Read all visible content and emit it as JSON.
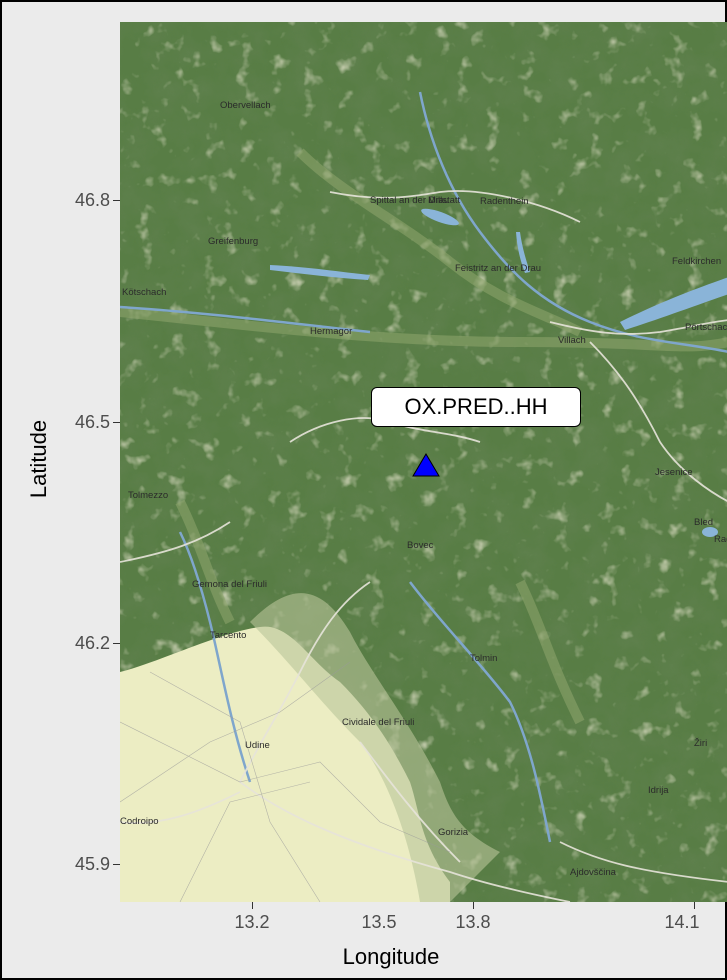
{
  "axes": {
    "xlabel": "Longitude",
    "ylabel": "Latitude",
    "xticks": [
      "13.2",
      "13.5",
      "13.8",
      "14.1"
    ],
    "yticks": [
      "46.8",
      "46.5",
      "46.2",
      "45.9"
    ]
  },
  "station": {
    "label": "OX.PRED..HH",
    "marker_color": "#0000ff",
    "marker_shape": "triangle"
  },
  "basemap": {
    "style": "terrain",
    "places": [
      "Obervellach",
      "Spittal an der Drau",
      "Millstatt",
      "Radenthein",
      "Greifenburg",
      "Kötschach",
      "Feistritz an der Drau",
      "Feldkirchen",
      "Hermagor",
      "Villach",
      "Pörtschach",
      "Tolmezzo",
      "Jesenice",
      "Bled",
      "Radovljica",
      "Bovec",
      "Gemona del Friuli",
      "Tarcento",
      "Tolmin",
      "Cividale del Friuli",
      "Udine",
      "Žiri",
      "Idrija",
      "Codroipo",
      "Gorizia",
      "Ajdovščina"
    ]
  }
}
